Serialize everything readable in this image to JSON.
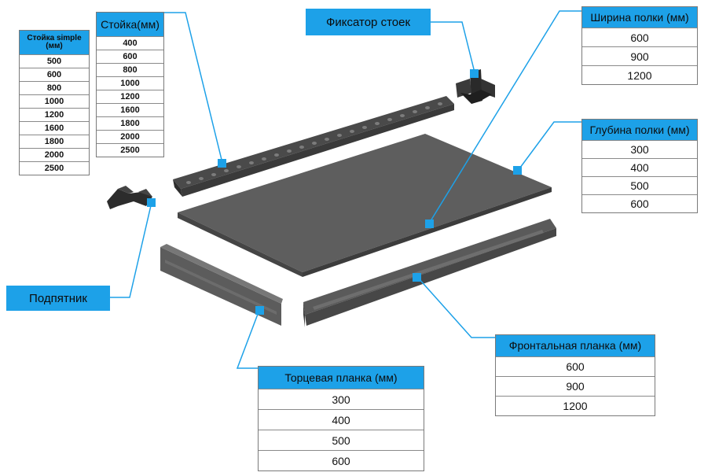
{
  "accent_color": "#1da1e8",
  "tables": {
    "stoyka_simple": {
      "header": "Стойка simple (мм)",
      "rows": [
        "500",
        "600",
        "800",
        "1000",
        "1200",
        "1600",
        "1800",
        "2000",
        "2500"
      ]
    },
    "stoyka": {
      "header": "Стойка(мм)",
      "rows": [
        "400",
        "600",
        "800",
        "1000",
        "1200",
        "1600",
        "1800",
        "2000",
        "2500"
      ]
    },
    "shirina": {
      "header": "Ширина полки (мм)",
      "rows": [
        "600",
        "900",
        "1200"
      ]
    },
    "glubina": {
      "header": "Глубина полки (мм)",
      "rows": [
        "300",
        "400",
        "500",
        "600"
      ]
    },
    "frontalnaya": {
      "header": "Фронтальная планка (мм)",
      "rows": [
        "600",
        "900",
        "1200"
      ]
    },
    "tortsevaya": {
      "header": "Торцевая планка (мм)",
      "rows": [
        "300",
        "400",
        "500",
        "600"
      ]
    }
  },
  "labels": {
    "fiksator": "Фиксатор стоек",
    "podpyatnik": "Подпятник"
  },
  "parts_icons": [
    "upright-post-icon",
    "post-lock-icon",
    "foot-pad-icon",
    "shelf-panel-icon",
    "front-bar-icon",
    "end-bar-icon"
  ]
}
